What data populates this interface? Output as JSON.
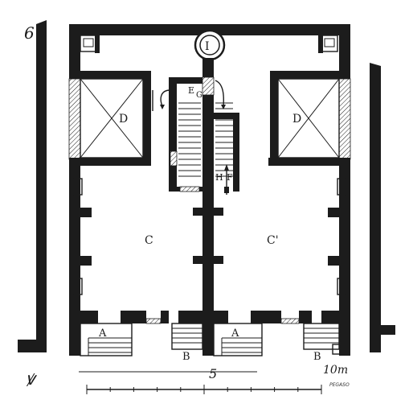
{
  "figure": {
    "plate_number": "6",
    "signature_mark": "ꝟ",
    "engraver_credit": "PEGASO"
  },
  "rooms": {
    "A_left": "A",
    "A_right": "A",
    "B_left": "B",
    "B_right": "B",
    "C": "C",
    "C_prime": "C'",
    "D_left": "D",
    "D_right": "D",
    "E": "E",
    "G": "G",
    "H": "H",
    "F": "F",
    "I": "I"
  },
  "scale_bar": {
    "mid_label": "5",
    "end_label": "10m",
    "divisions": 10
  },
  "colors": {
    "ink": "#1c1c1c",
    "paper": "#ffffff"
  }
}
